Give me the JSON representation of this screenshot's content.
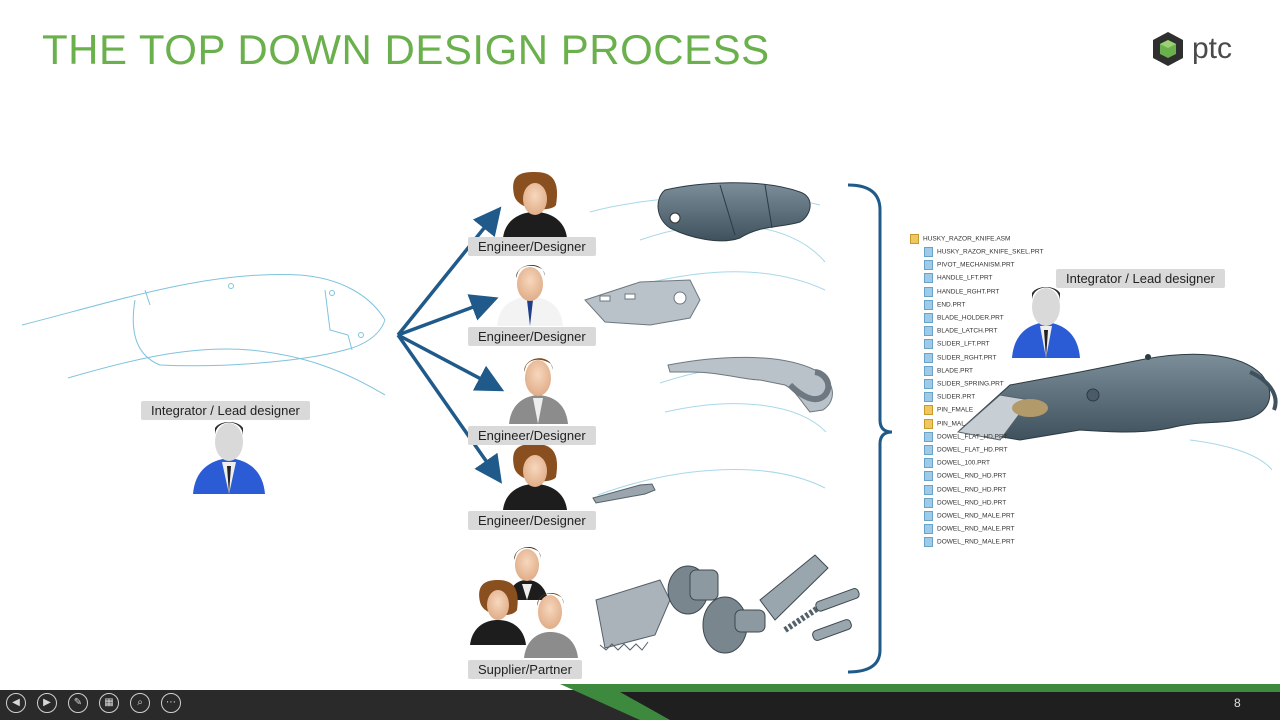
{
  "slide": {
    "title": "THE TOP DOWN DESIGN PROCESS",
    "logo_text": "ptc",
    "page_number": "8"
  },
  "roles": {
    "lead_left": "Integrator / Lead designer",
    "lead_right": "Integrator / Lead designer",
    "engineer_1": "Engineer/Designer",
    "engineer_2": "Engineer/Designer",
    "engineer_3": "Engineer/Designer",
    "engineer_4": "Engineer/Designer",
    "supplier": "Supplier/Partner"
  },
  "model_tree": {
    "root": "HUSKY_RAZOR_KNIFE.ASM",
    "items": [
      {
        "name": "HUSKY_RAZOR_KNIFE_SKEL.PRT",
        "type": "part"
      },
      {
        "name": "PIVOT_MECHANISM.PRT",
        "type": "part"
      },
      {
        "name": "HANDLE_LFT.PRT",
        "type": "part"
      },
      {
        "name": "HANDLE_RGHT.PRT",
        "type": "part"
      },
      {
        "name": "END.PRT",
        "type": "part"
      },
      {
        "name": "BLADE_HOLDER.PRT",
        "type": "part"
      },
      {
        "name": "BLADE_LATCH.PRT",
        "type": "part"
      },
      {
        "name": "SLIDER_LFT.PRT",
        "type": "part"
      },
      {
        "name": "SLIDER_RGHT.PRT",
        "type": "part"
      },
      {
        "name": "BLADE.PRT",
        "type": "part"
      },
      {
        "name": "SLIDER_SPRING.PRT",
        "type": "part"
      },
      {
        "name": "SLIDER.PRT",
        "type": "part"
      },
      {
        "name": "PIN_FMALE",
        "type": "folder"
      },
      {
        "name": "PIN_MAL",
        "type": "folder"
      },
      {
        "name": "DOWEL_FLAT_HD.PRT",
        "type": "part"
      },
      {
        "name": "DOWEL_FLAT_HD.PRT",
        "type": "part"
      },
      {
        "name": "DOWEL_100.PRT",
        "type": "part"
      },
      {
        "name": "DOWEL_RND_HD.PRT",
        "type": "part"
      },
      {
        "name": "DOWEL_RND_HD.PRT",
        "type": "part"
      },
      {
        "name": "DOWEL_RND_HD.PRT",
        "type": "part"
      },
      {
        "name": "DOWEL_RND_MALE.PRT",
        "type": "part"
      },
      {
        "name": "DOWEL_RND_MALE.PRT",
        "type": "part"
      },
      {
        "name": "DOWEL_RND_MALE.PRT",
        "type": "part"
      }
    ]
  },
  "controls": [
    "previous",
    "next",
    "pen",
    "slides",
    "zoom",
    "more"
  ],
  "colors": {
    "title_green": "#6ab04c",
    "arrow_blue": "#1f5a8a",
    "sketch_blue": "#7fc3dd",
    "knife_grey": "#5b6e7a"
  }
}
